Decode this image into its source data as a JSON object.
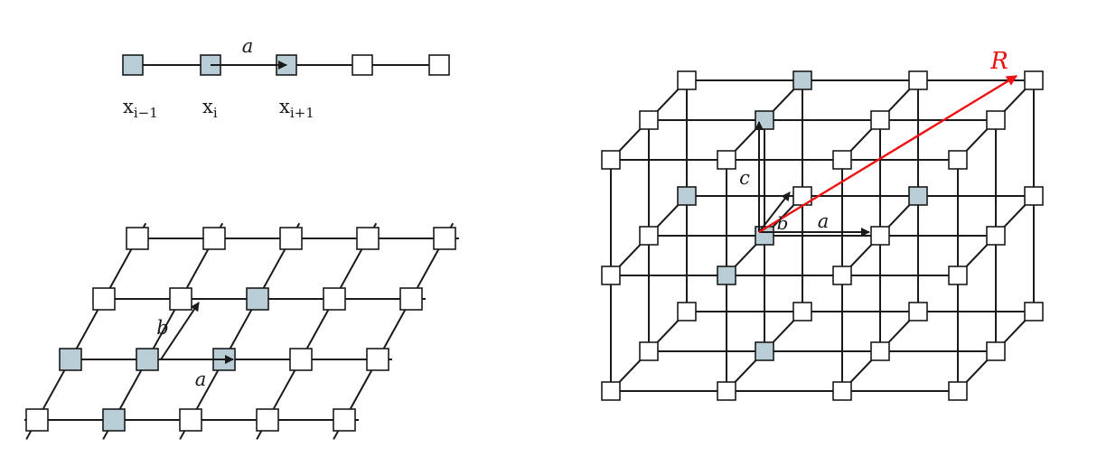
{
  "colors": {
    "line": "#1a1a1a",
    "node_empty": "#ffffff",
    "node_filled": "#b9cdd6",
    "vector_R": "#ee1111"
  },
  "chain_1d": {
    "labels": {
      "a": "a",
      "x_prev_base": "x",
      "x_prev_sub": "i−1",
      "x_i_base": "x",
      "x_i_sub": "i",
      "x_next_base": "x",
      "x_next_sub": "i+1"
    },
    "filled": [
      true,
      true,
      true,
      false,
      false
    ]
  },
  "lattice_2d": {
    "labels": {
      "a": "a",
      "b": "b"
    }
  },
  "lattice_3d": {
    "labels": {
      "a": "a",
      "b": "b",
      "c": "c",
      "R": "R"
    }
  }
}
